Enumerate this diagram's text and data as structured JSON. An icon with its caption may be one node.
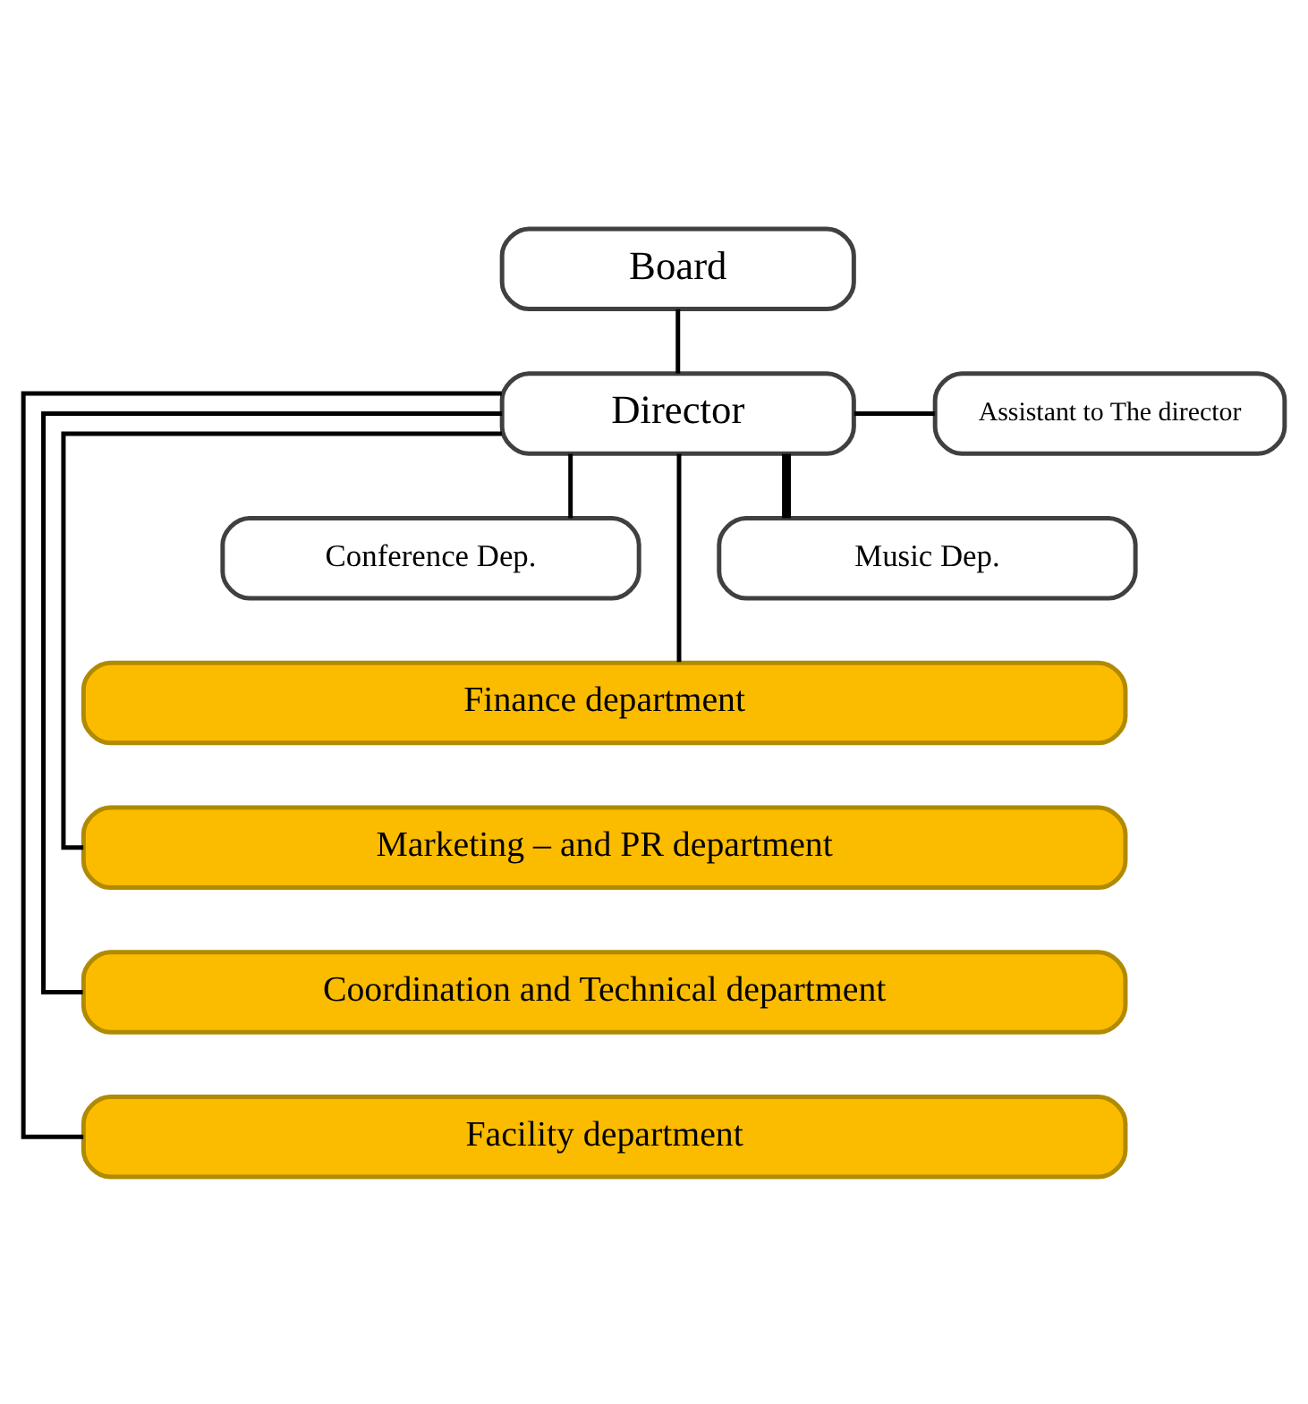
{
  "diagram": {
    "nodes": [
      {
        "text": [
          "Board"
        ]
      },
      {
        "text": [
          "Director"
        ]
      },
      {
        "text": [
          "Assistant to The director"
        ]
      },
      {
        "text": [
          "Conference Dep."
        ]
      },
      {
        "text": [
          "Music Dep."
        ]
      },
      {
        "text": [
          "Finance department"
        ]
      },
      {
        "text": [
          "Marketing – and PR department"
        ]
      },
      {
        "text": [
          "Coordination and Technical department"
        ]
      },
      {
        "text": [
          "Facility department"
        ]
      }
    ],
    "edges": [
      {
        "from": 0,
        "to": 1,
        "arrow": "none"
      },
      {
        "from": 1,
        "to": 2,
        "arrow": "none"
      },
      {
        "from": 1,
        "to": 3,
        "arrow": "none"
      },
      {
        "from": 1,
        "to": 4,
        "arrow": "none",
        "style": "thick"
      },
      {
        "from": 1,
        "to": 5,
        "arrow": "none"
      },
      {
        "from": 1,
        "to": 6,
        "arrow": "none"
      },
      {
        "from": 1,
        "to": 7,
        "arrow": "none"
      },
      {
        "from": 1,
        "to": 8,
        "arrow": "none"
      }
    ]
  }
}
